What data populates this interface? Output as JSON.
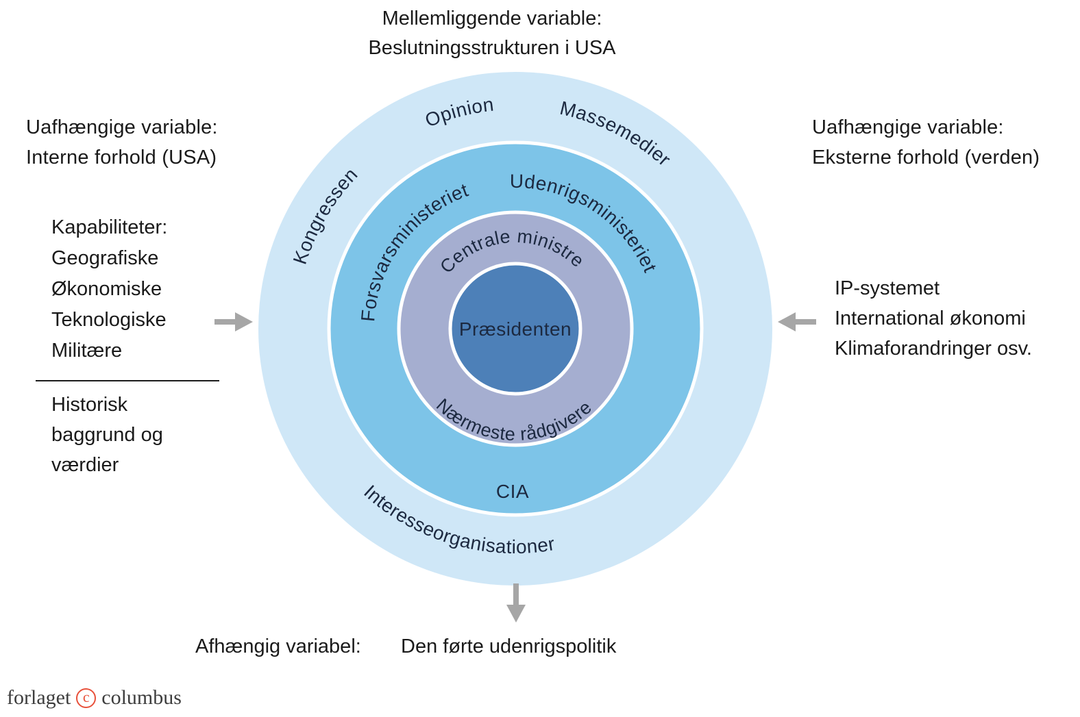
{
  "title": {
    "line1": "Mellemliggende variable:",
    "line2": "Beslutningsstrukturen i USA"
  },
  "left_panel": {
    "heading_line1": "Uafhængige variable:",
    "heading_line2": "Interne forhold (USA)",
    "capabilities_heading": "Kapabiliteter:",
    "capabilities": [
      "Geografiske",
      "Økonomiske",
      "Teknologiske",
      "Militære"
    ],
    "history_lines": [
      "Historisk",
      "baggrund og",
      "værdier"
    ]
  },
  "right_panel": {
    "heading_line1": "Uafhængige variable:",
    "heading_line2": "Eksterne forhold (verden)",
    "factors": [
      "IP-systemet",
      "International økonomi",
      "Klimaforandringer osv."
    ]
  },
  "bottom_panel": {
    "dependent_label": "Afhængig variabel:",
    "dependent_value": "Den førte udenrigspolitik"
  },
  "circle_diagram": {
    "outer_ring": {
      "color": "#cfe7f7",
      "labels": {
        "kongressen": "Kongressen",
        "opinion": "Opinion",
        "massemedier": "Massemedier",
        "interesseorganisationer": "Interesseorganisationer"
      }
    },
    "middle_ring": {
      "color": "#7dc4e8",
      "labels": {
        "forsvarsministeriet": "Forsvarsministeriet",
        "udenrigsministeriet": "Udenrigsministeriet",
        "cia": "CIA"
      }
    },
    "inner_ring": {
      "color": "#a5aed0",
      "labels": {
        "centrale_ministre": "Centrale ministre",
        "naermeste_raadgivere": "Nærmeste rådgivere"
      }
    },
    "center_circle": {
      "color": "#4d80b8",
      "label": "Præsidenten"
    }
  },
  "logo": {
    "word1": "forlaget",
    "symbol": "c",
    "word2": "columbus"
  },
  "colors": {
    "arrow": "#a6a6a6"
  }
}
